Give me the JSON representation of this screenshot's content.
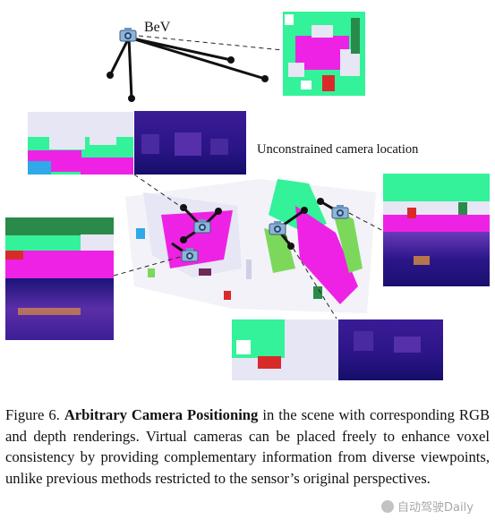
{
  "figure": {
    "bev_label": "BeV",
    "unconstrained_label": "Unconstrained camera location"
  },
  "caption": {
    "figure_number": "Figure 6.",
    "bold_title": "Arbitrary Camera Positioning",
    "body": " in the scene with corresponding RGB and depth renderings. Virtual cameras can be placed freely to enhance voxel consistency by providing complementary information from diverse viewpoints, unlike previous methods restricted to the sensor’s original perspectives."
  },
  "watermark": {
    "text": "自动驾驶Daily"
  },
  "colors": {
    "semantic_green": "#33f29a",
    "semantic_magenta": "#ee22e4",
    "semantic_lavender": "#e6e6f5",
    "depth_navy": "#1a1278",
    "depth_purple": "#5b2ea8",
    "depth_orange": "#f0a030"
  }
}
